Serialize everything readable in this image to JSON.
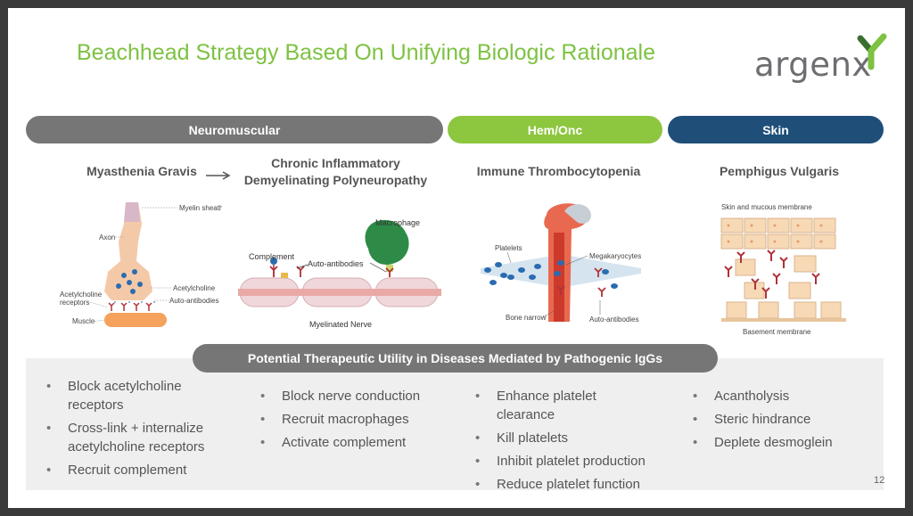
{
  "title": "Beachhead Strategy Based On Unifying Biologic Rationale",
  "logo": {
    "text": "argenx",
    "colors": {
      "green": "#7dc242",
      "dark": "#3a6f30"
    }
  },
  "categories": [
    {
      "label": "Neuromuscular",
      "color": "#767676"
    },
    {
      "label": "Hem/Onc",
      "color": "#8dc63f"
    },
    {
      "label": "Skin",
      "color": "#1f4e79"
    }
  ],
  "diseases": {
    "mg": "Myasthenia Gravis",
    "cidp_line1": "Chronic Inflammatory",
    "cidp_line2": "Demyelinating Polyneuropathy",
    "itp": "Immune Thrombocytopenia",
    "pv": "Pemphigus Vulgaris"
  },
  "illustration_labels": {
    "mg": {
      "myelin": "Myelin sheath",
      "axon": "Axon",
      "acetylcholine": "Acetylcholine",
      "auto_antibodies": "Auto-antibodies",
      "receptors_line1": "Acetylcholine",
      "receptors_line2": "receptors",
      "muscle": "Muscle"
    },
    "cidp": {
      "macrophage": "Macrophage",
      "complement": "Complement",
      "auto_antibodies": "Auto-antibodies",
      "nerve": "Myelinated Nerve"
    },
    "itp": {
      "platelets": "Platelets",
      "megakaryocytes": "Megakaryocytes",
      "bone_marrow": "Bone narrow",
      "auto_antibodies": "Auto-antibodies"
    },
    "pv": {
      "skin": "Skin and mucous membrane",
      "basement": "Basement membrane"
    }
  },
  "banner": "Potential Therapeutic Utility in Diseases Mediated by Pathogenic IgGs",
  "bullets": {
    "col1": [
      "Block acetylcholine receptors",
      "Cross-link + internalize acetylcholine receptors",
      "Recruit complement"
    ],
    "col2": [
      "Block nerve conduction",
      "Recruit macrophages",
      "Activate complement"
    ],
    "col3": [
      "Enhance platelet clearance",
      "Kill platelets",
      "Inhibit platelet production",
      "Reduce platelet function"
    ],
    "col4": [
      "Acantholysis",
      "Steric hindrance",
      "Deplete desmoglein"
    ]
  },
  "page_number": "12"
}
